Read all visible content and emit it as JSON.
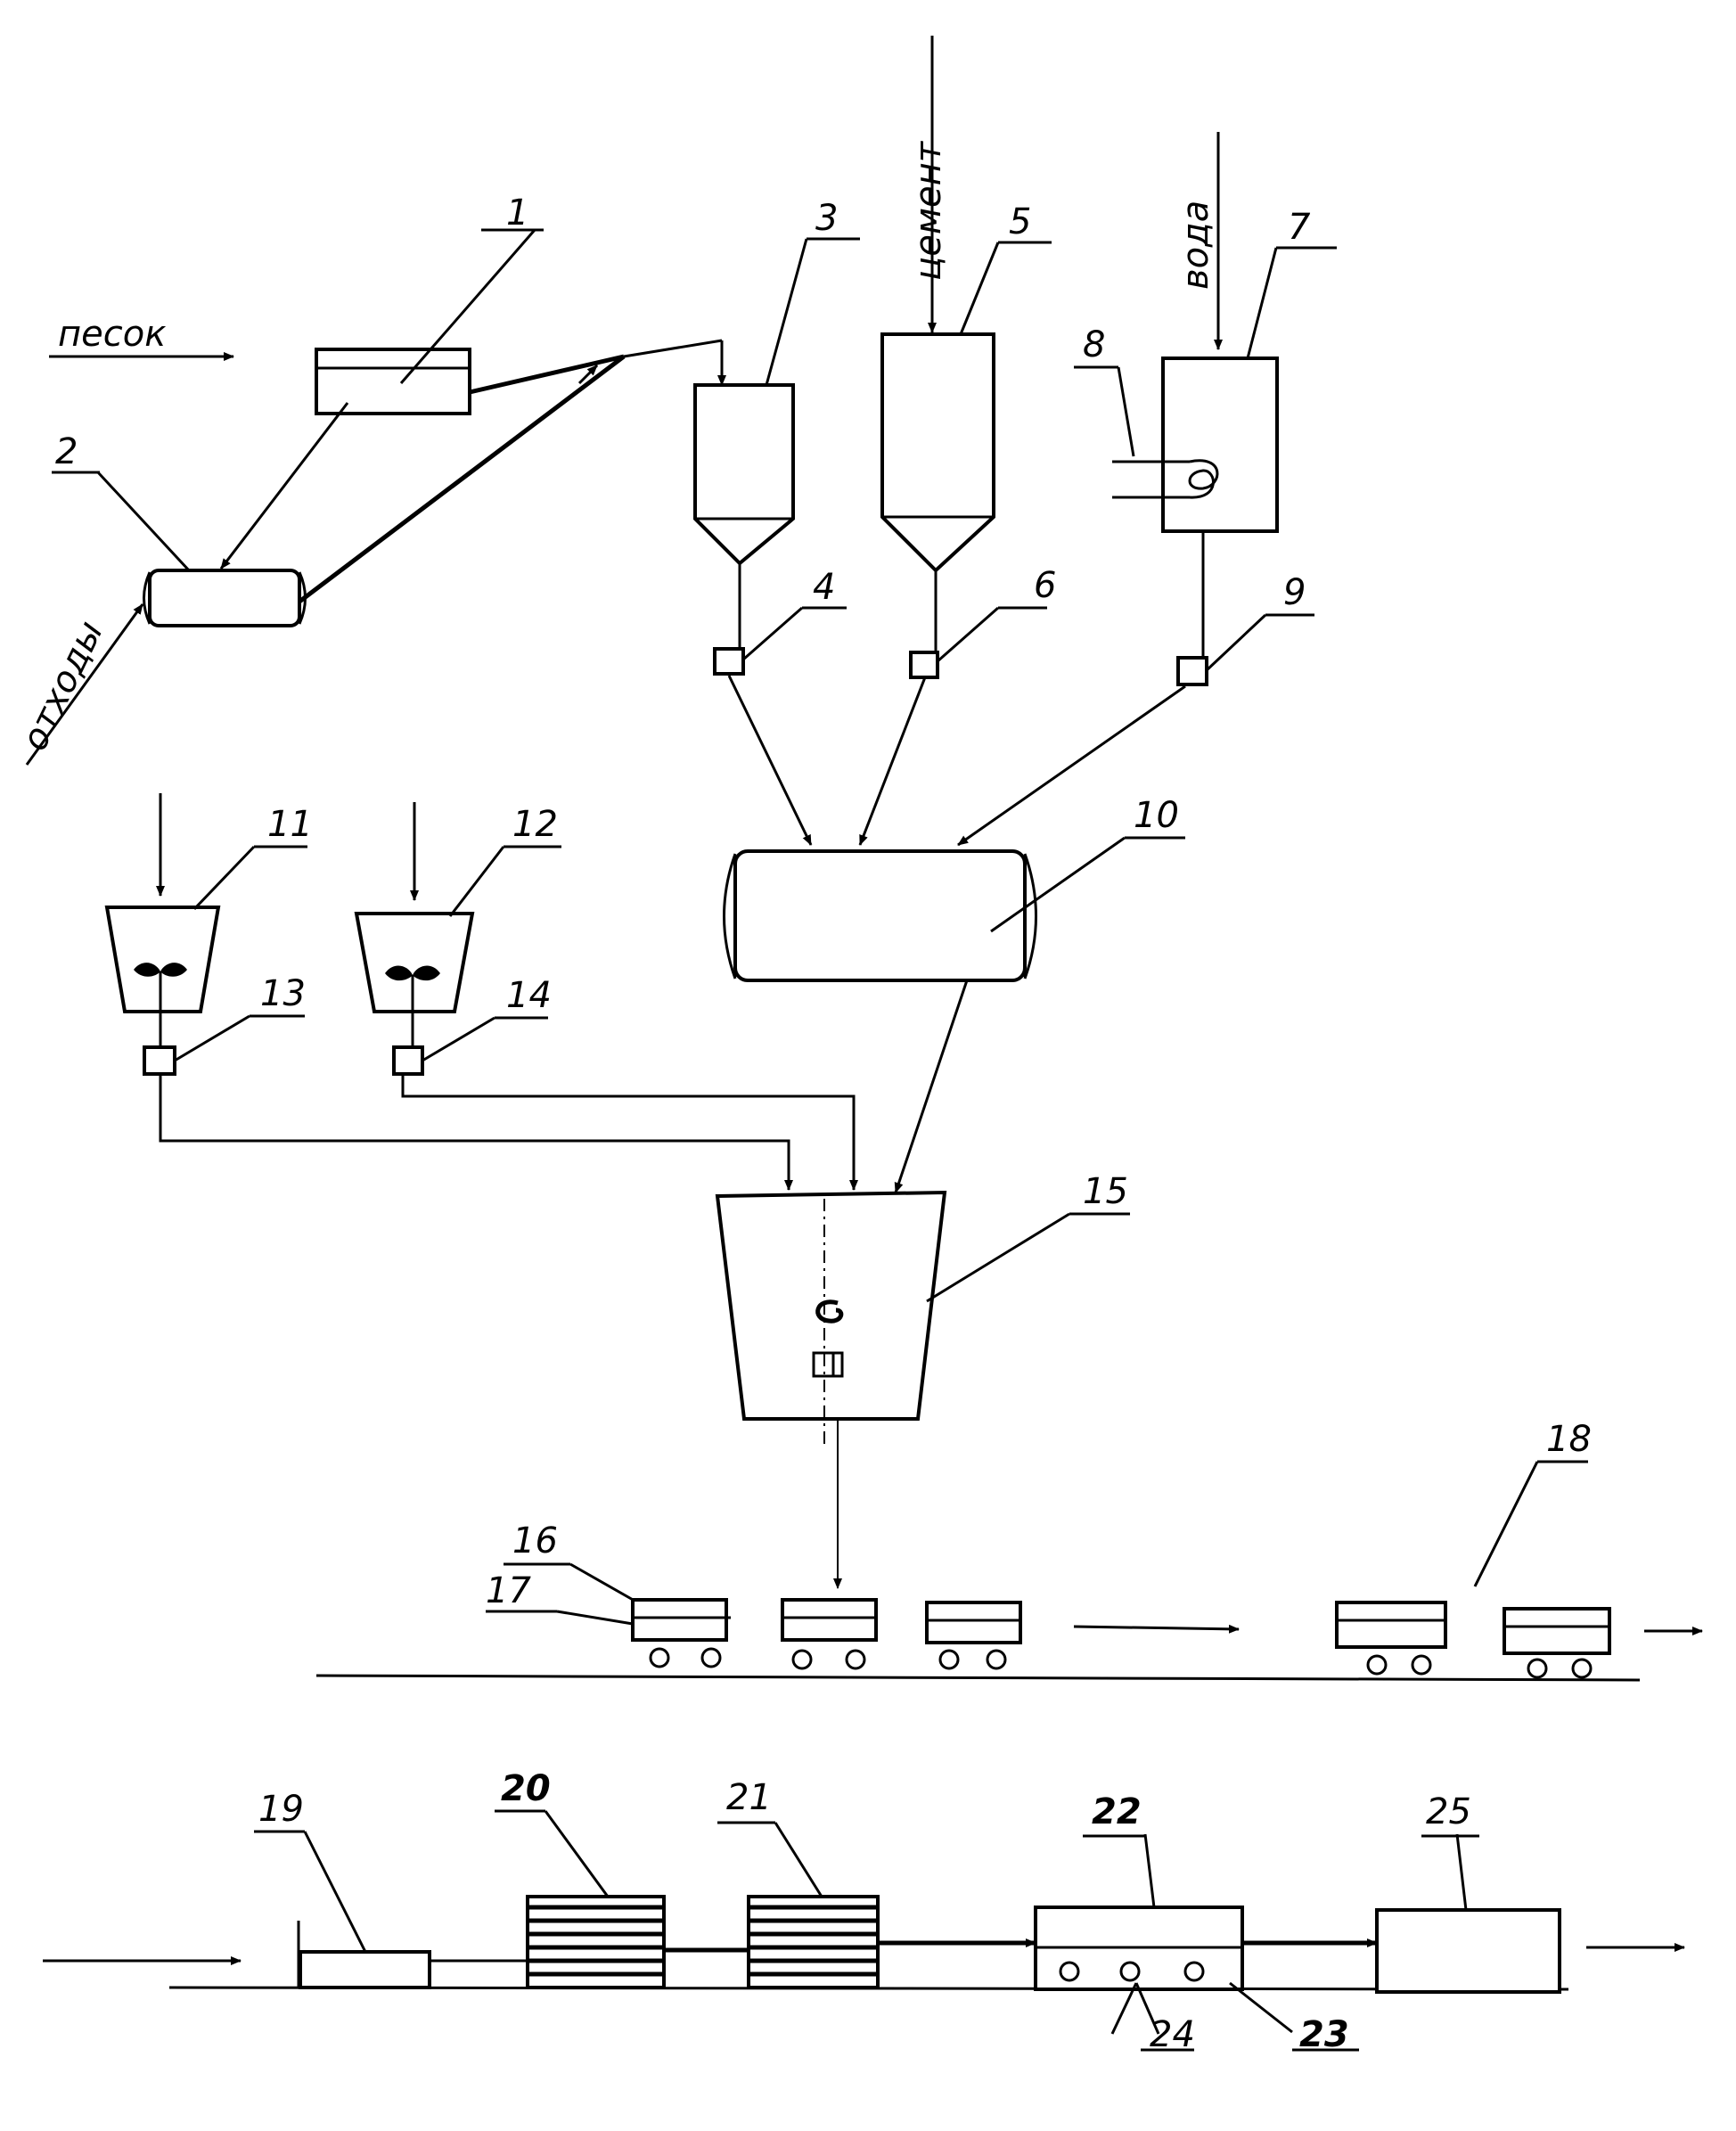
{
  "labels": {
    "n1": "1",
    "n2": "2",
    "n3": "3",
    "n4": "4",
    "n5": "5",
    "n6": "6",
    "n7": "7",
    "n8": "8",
    "n9": "9",
    "n10": "10",
    "n11": "11",
    "n12": "12",
    "n13": "13",
    "n14": "14",
    "n15": "15",
    "n16": "16",
    "n17": "17",
    "n18": "18",
    "n19": "19",
    "n20": "20",
    "n21": "21",
    "n22": "22",
    "n23": "23",
    "n24": "24",
    "n25": "25"
  },
  "materials": {
    "sand": "песок",
    "waste": "отходы",
    "cement": "цемент",
    "water": "вода"
  }
}
